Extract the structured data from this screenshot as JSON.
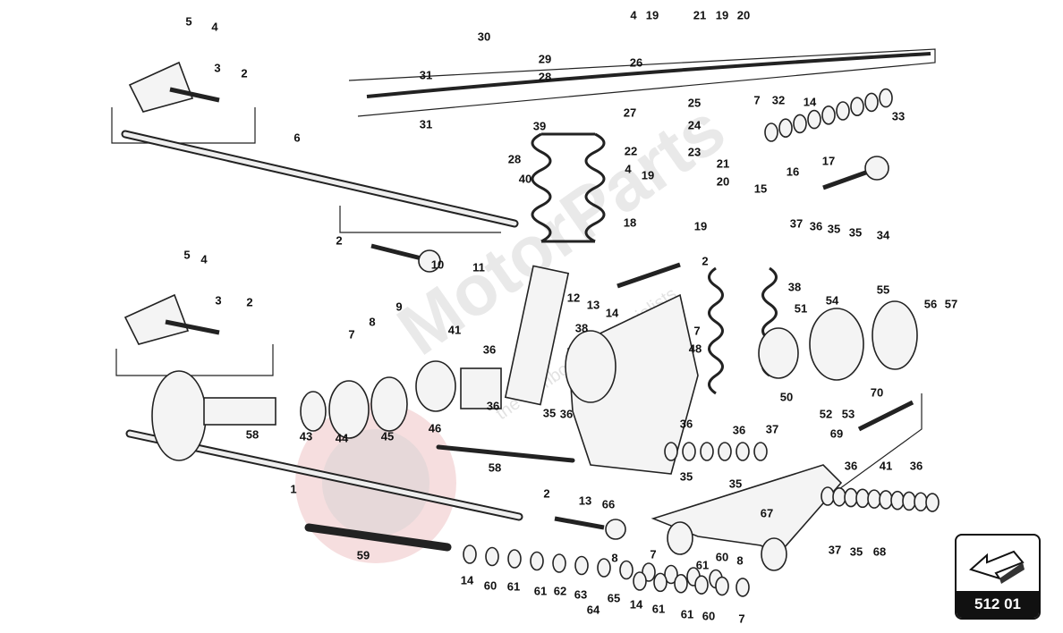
{
  "diagram": {
    "title": "Rear suspension exploded parts diagram",
    "reference_code": "512 01",
    "watermark": "MotorParts",
    "watermark_tagline": "the Lamborghini specialists",
    "callouts": [
      "5",
      "4",
      "3",
      "2",
      "6",
      "30",
      "29",
      "28",
      "31",
      "4",
      "19",
      "21",
      "19",
      "20",
      "26",
      "27",
      "25",
      "24",
      "23",
      "22",
      "21",
      "31",
      "39",
      "28",
      "40",
      "4",
      "19",
      "20",
      "18",
      "19",
      "7",
      "32",
      "14",
      "33",
      "16",
      "17",
      "15",
      "37",
      "36",
      "35",
      "35",
      "34",
      "2",
      "10",
      "11",
      "2",
      "5",
      "4",
      "3",
      "2",
      "9",
      "7",
      "8",
      "12",
      "13",
      "14",
      "38",
      "54",
      "55",
      "56",
      "57",
      "51",
      "41",
      "38",
      "7",
      "48",
      "36",
      "36",
      "35",
      "36",
      "50",
      "52",
      "53",
      "70",
      "43",
      "44",
      "45",
      "46",
      "58",
      "36",
      "36",
      "37",
      "69",
      "58",
      "35",
      "36",
      "41",
      "36",
      "35",
      "1",
      "2",
      "13",
      "66",
      "67",
      "59",
      "8",
      "7",
      "61",
      "60",
      "8",
      "37",
      "35",
      "68",
      "14",
      "60",
      "61",
      "61",
      "62",
      "63",
      "65",
      "64",
      "14",
      "61",
      "61",
      "60",
      "7"
    ]
  }
}
